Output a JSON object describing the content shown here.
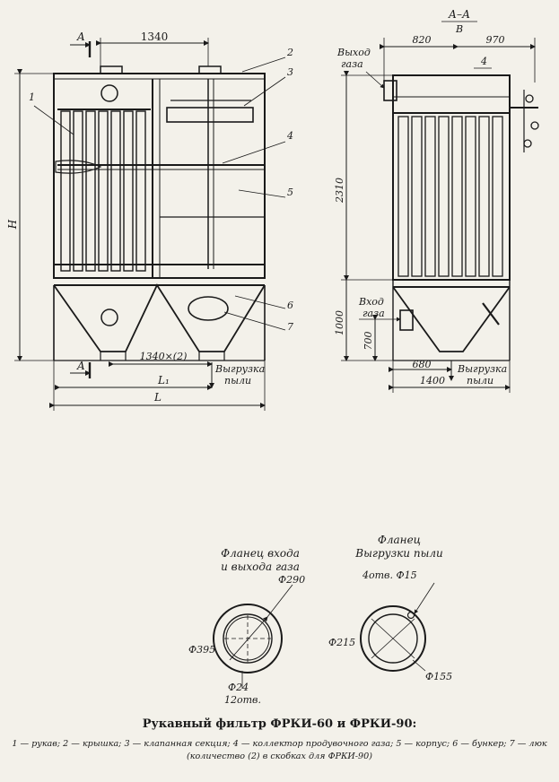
{
  "front_view": {
    "section_mark": "A",
    "dim_top": "1340",
    "dim_height": "H",
    "dim_section_pitch": "1340×(2)",
    "dim_L1": "L₁",
    "dim_L": "L",
    "label_dust_outlet_1": "Выгрузка",
    "label_dust_outlet_2": "пыли",
    "callouts": [
      "1",
      "2",
      "3",
      "4",
      "5",
      "6",
      "7"
    ]
  },
  "side_view": {
    "title_section": "А–А",
    "title_sub": "В",
    "dim_820": "820",
    "dim_970": "970",
    "dim_2310": "2310",
    "dim_1000": "1000",
    "dim_700": "700",
    "dim_680": "680",
    "dim_1400": "1400",
    "callout_4": "4",
    "gas_outlet_1": "Выход",
    "gas_outlet_2": "газа",
    "gas_inlet_1": "Вход",
    "gas_inlet_2": "газа",
    "dust_outlet_1": "Выгрузка",
    "dust_outlet_2": "пыли"
  },
  "flange_gas": {
    "title_1": "Фланец входа",
    "title_2": "и выхода газа",
    "d_outer": "Ф290",
    "d_bolt": "Ф395",
    "d_holes": "Ф24",
    "holes_count": "12отв."
  },
  "flange_dust": {
    "title_1": "Фланец",
    "title_2": "Выгрузки пыли",
    "holes": "4отв. Ф15",
    "d_bolt": "Ф215",
    "d_inner": "Ф155"
  },
  "caption": {
    "title": "Рукавный фильтр ФРКИ-60 и ФРКИ-90:",
    "legend": "1 — рукав; 2 — крышка; 3 — клапанная секция; 4 — коллектор продувочного газа; 5 — корпус; 6 — бункер; 7 — люк (количество (2) в скобках для ФРКИ-90)"
  }
}
